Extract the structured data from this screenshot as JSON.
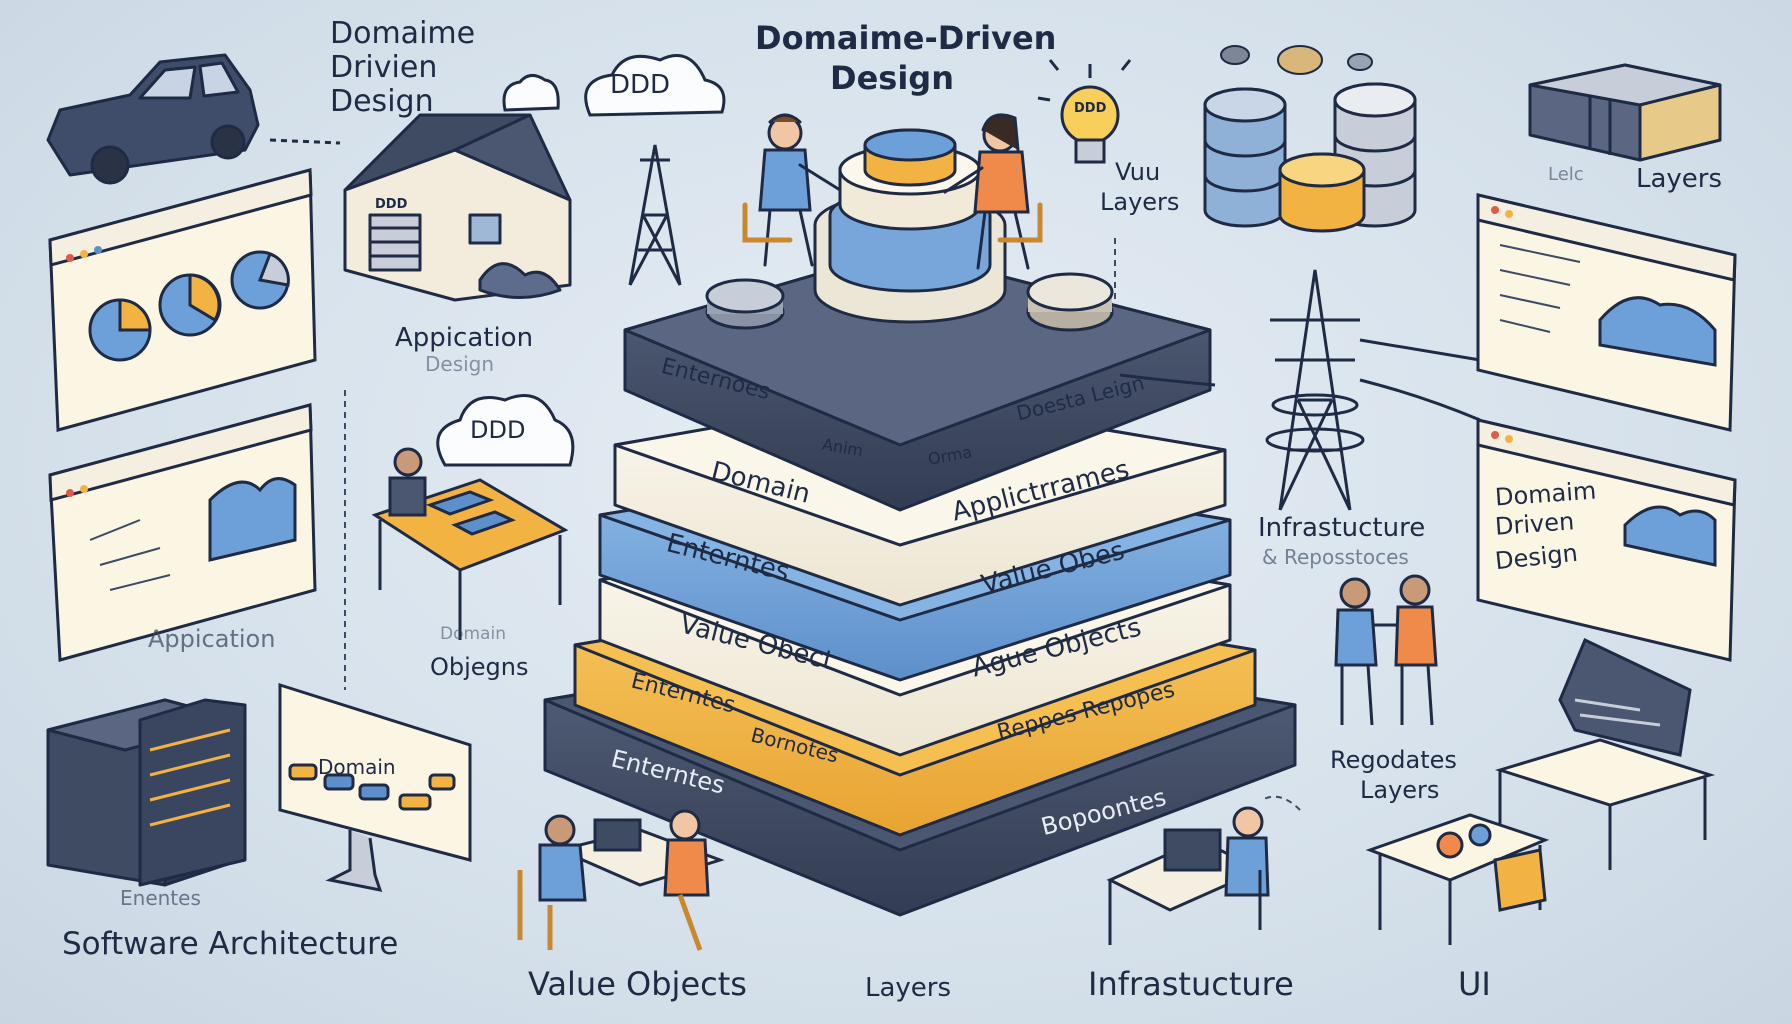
{
  "title": {
    "line1": "Domaime-Driven",
    "line2": "Design"
  },
  "top_left_title": {
    "line1": "Domaime",
    "line2": "Drivien",
    "line3": "Design"
  },
  "cloud_top": "DDD",
  "cloud_mid": "DDD",
  "house_sign": "DDD",
  "bulb_text": "DDD",
  "vuu_layers": {
    "line1": "Vuu",
    "line2": "Layers"
  },
  "layers_top_right": "Layers",
  "laels_faint": "Lelc",
  "application_house": {
    "line1": "Appication",
    "line2": "Design"
  },
  "application_left": "Appication",
  "objegns": {
    "line1": "Domain",
    "line2": "Objegns"
  },
  "screen_domain": "Domain",
  "enentes": "Enentes",
  "software_architecture": "Software Architecture",
  "infra_right": {
    "line1": "Infrastucture",
    "line2": "& Reposstoces"
  },
  "right_panel": {
    "line1": "Domaim",
    "line2": "Driven",
    "line3": "Design"
  },
  "regodates": {
    "line1": "Regodates",
    "line2": "Layers"
  },
  "bottom": {
    "value_objects": "Value Objects",
    "layers": "Layers",
    "infrastucture": "Infrastucture",
    "ui": "UI"
  },
  "stack": {
    "layer1": {
      "left": "Enternoes",
      "c1": "Anim",
      "c2": "Orma",
      "right": "Doesta Leign"
    },
    "layer2": {
      "left": "Domain",
      "right": "Applictrrames"
    },
    "layer3": {
      "left": "Enterntes",
      "right": "Value Obes"
    },
    "layer4": {
      "left": "Value Obect",
      "right": "Ague Objects"
    },
    "layer5": {
      "left": "Enterntes",
      "c1": "Bornotes",
      "right": "Reppes Repopes"
    },
    "layer6": {
      "left": "Enterntes",
      "right": "Bopoontes"
    }
  },
  "colors": {
    "navy": "#3f4a63",
    "blue": "#6d9fd8",
    "cream": "#f6f1e3",
    "orange": "#f3b343",
    "ink": "#1f2a44"
  }
}
